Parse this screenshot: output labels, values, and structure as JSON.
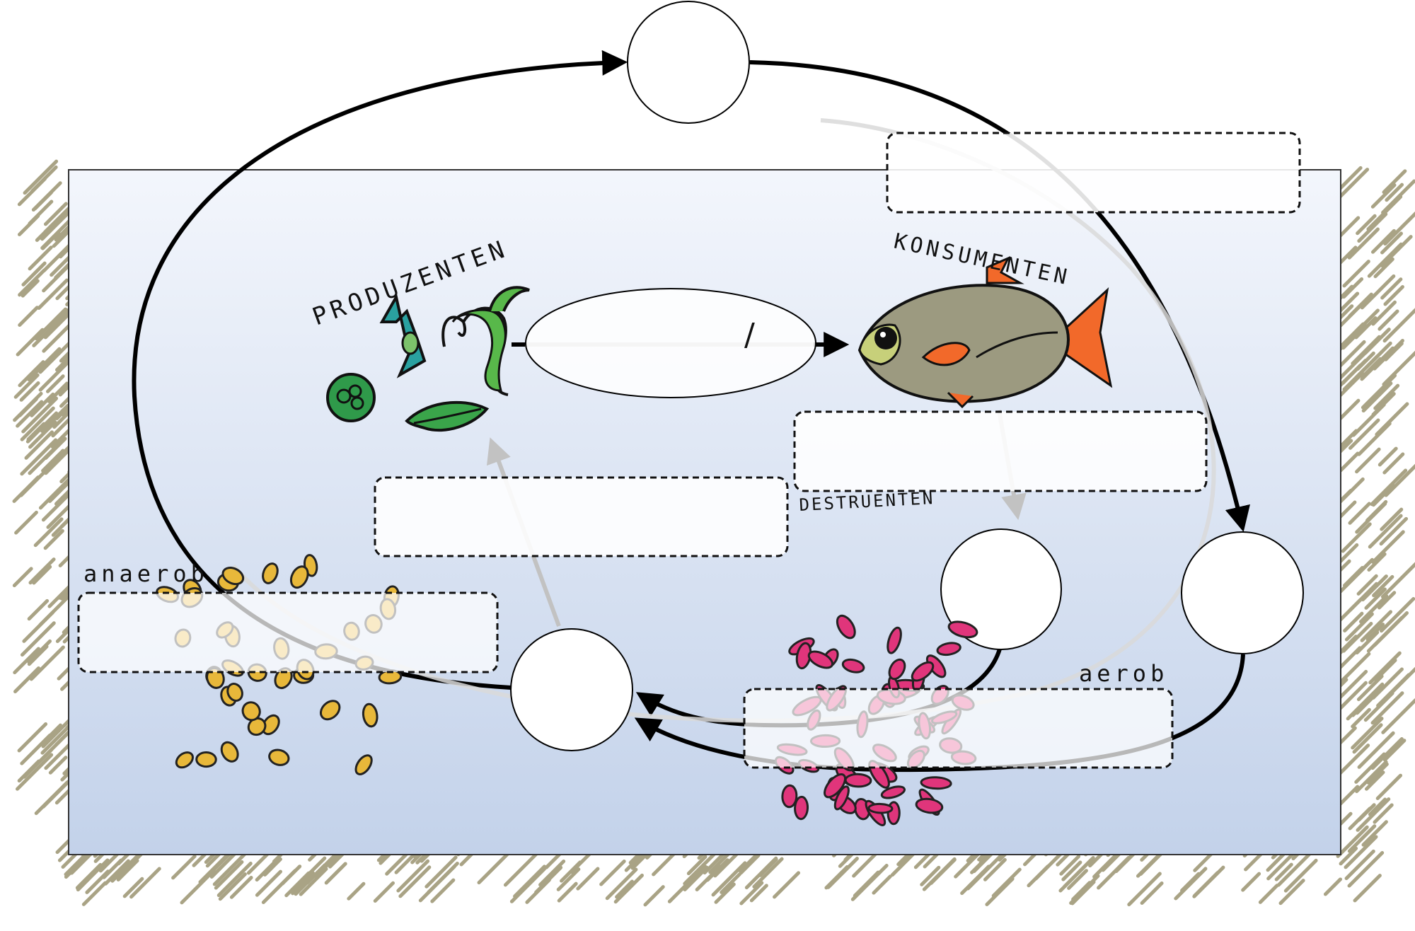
{
  "labels": {
    "produzenten": "PRODUZENTEN",
    "konsumenten": "KONSUMENTEN",
    "destruenten": "DESTRUENTEN",
    "anaerob": "anaerob",
    "aerob": "aerob"
  },
  "ellipse_divider": "/",
  "colors": {
    "water_top": "#f3f6fc",
    "water_bottom": "#c3d2ea",
    "sediment": "#9b9470",
    "arrow": "#000000",
    "grey_arrow": "#bfbfbf",
    "fish_body": "#9c9a80",
    "fish_fin": "#f2692a",
    "producer_green": "#3aa54a",
    "diatom_teal": "#2aa1a0",
    "bacteria_pink": "#e0357b",
    "bacteria_yellow": "#e8b83a"
  }
}
